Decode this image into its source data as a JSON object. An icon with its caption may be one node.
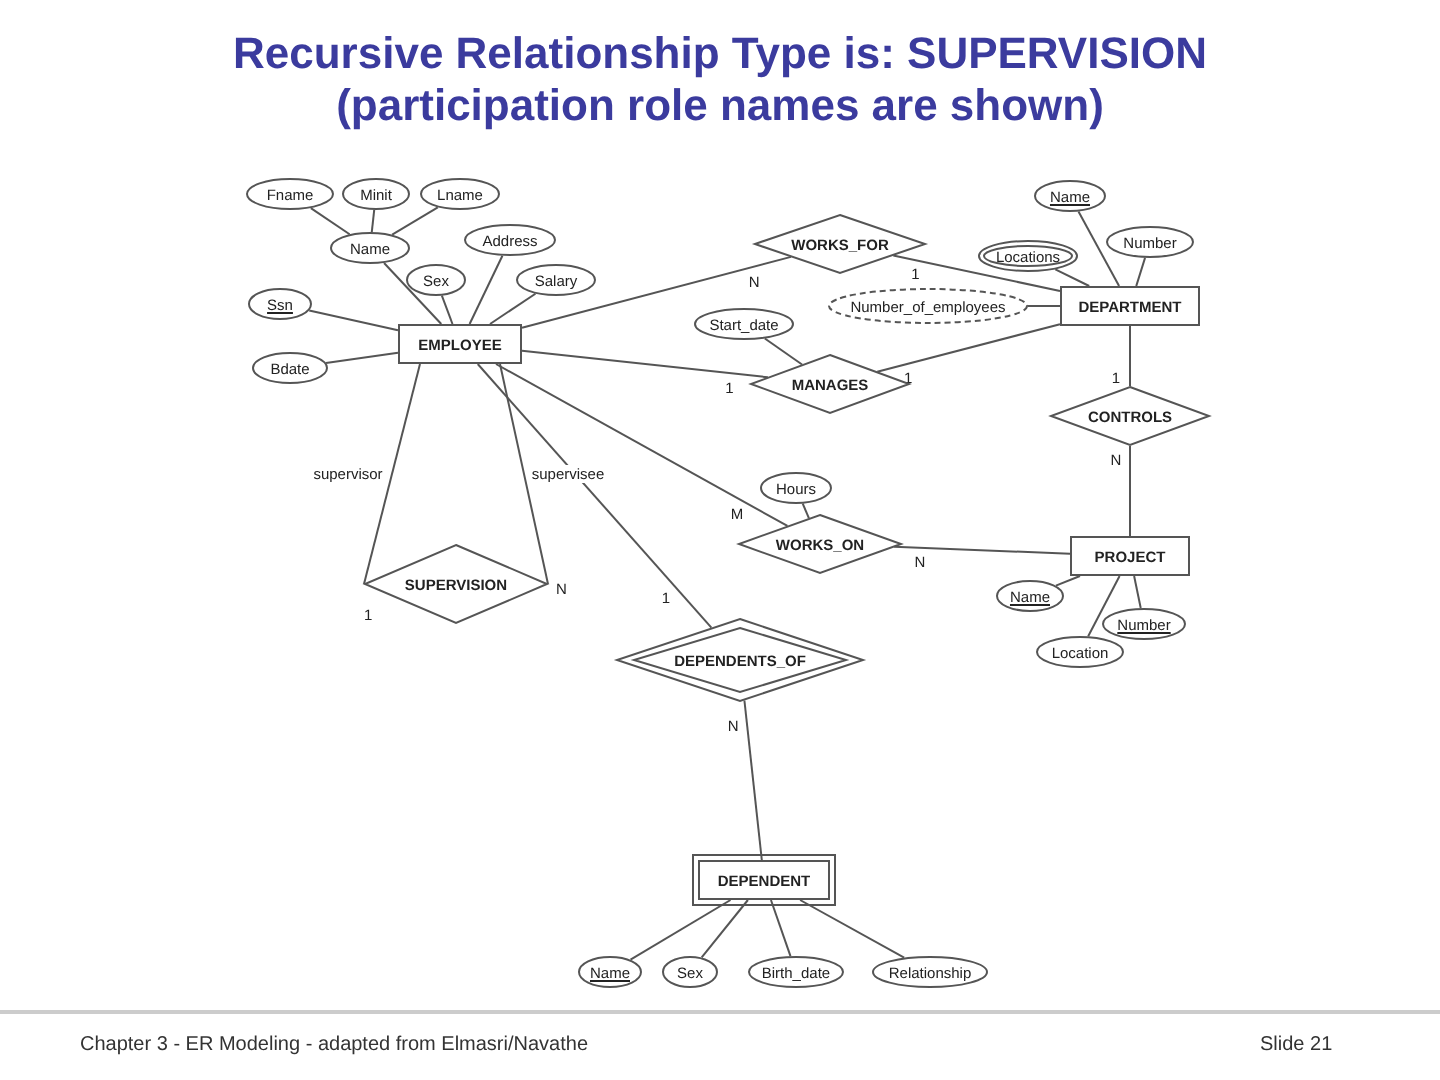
{
  "diagram": {
    "title": "Recursive Relationship Type is: SUPERVISION (participation role names are shown)",
    "nodes": [
      {
        "text": [
          "Fname"
        ]
      },
      {
        "text": [
          "Minit"
        ]
      },
      {
        "text": [
          "Lname"
        ]
      },
      {
        "text": [
          "Name"
        ]
      },
      {
        "text": [
          "Address"
        ]
      },
      {
        "text": [
          "Sex"
        ]
      },
      {
        "text": [
          "Salary"
        ]
      },
      {
        "text": [
          "Ssn"
        ]
      },
      {
        "text": [
          "Bdate"
        ]
      },
      {
        "text": [
          "EMPLOYEE"
        ]
      },
      {
        "text": [
          "WORKS_FOR"
        ]
      },
      {
        "text": [
          "Name"
        ]
      },
      {
        "text": [
          "Number"
        ]
      },
      {
        "text": [
          "Locations"
        ]
      },
      {
        "text": [
          "Number_of_employees"
        ]
      },
      {
        "text": [
          "DEPARTMENT"
        ]
      },
      {
        "text": [
          "Start_date"
        ]
      },
      {
        "text": [
          "MANAGES"
        ]
      },
      {
        "text": [
          "CONTROLS"
        ]
      },
      {
        "text": [
          "Hours"
        ]
      },
      {
        "text": [
          "WORKS_ON"
        ]
      },
      {
        "text": [
          "PROJECT"
        ]
      },
      {
        "text": [
          "Name"
        ]
      },
      {
        "text": [
          "Number"
        ]
      },
      {
        "text": [
          "Location"
        ]
      },
      {
        "text": [
          "SUPERVISION"
        ]
      },
      {
        "text": [
          "DEPENDENTS_OF"
        ]
      },
      {
        "text": [
          "DEPENDENT"
        ]
      },
      {
        "text": [
          "Name"
        ]
      },
      {
        "text": [
          "Sex"
        ]
      },
      {
        "text": [
          "Birth_date"
        ]
      },
      {
        "text": [
          "Relationship"
        ]
      }
    ],
    "edges": [
      {
        "from": 0,
        "to": 3,
        "arrow": "none"
      },
      {
        "from": 1,
        "to": 3,
        "arrow": "none"
      },
      {
        "from": 2,
        "to": 3,
        "arrow": "none"
      },
      {
        "from": 3,
        "to": 9,
        "arrow": "none"
      },
      {
        "from": 4,
        "to": 9,
        "arrow": "none"
      },
      {
        "from": 5,
        "to": 9,
        "arrow": "none"
      },
      {
        "from": 6,
        "to": 9,
        "arrow": "none"
      },
      {
        "from": 7,
        "to": 9,
        "arrow": "none"
      },
      {
        "from": 8,
        "to": 9,
        "arrow": "none"
      },
      {
        "from": 9,
        "to": 10,
        "arrow": "none",
        "label": "N"
      },
      {
        "from": 10,
        "to": 15,
        "arrow": "none",
        "label": "1"
      },
      {
        "from": 11,
        "to": 15,
        "arrow": "none"
      },
      {
        "from": 12,
        "to": 15,
        "arrow": "none"
      },
      {
        "from": 13,
        "to": 15,
        "arrow": "none"
      },
      {
        "from": 14,
        "to": 15,
        "arrow": "none"
      },
      {
        "from": 9,
        "to": 17,
        "arrow": "none",
        "label": "1"
      },
      {
        "from": 17,
        "to": 15,
        "arrow": "none",
        "label": "1"
      },
      {
        "from": 16,
        "to": 17,
        "arrow": "none"
      },
      {
        "from": 15,
        "to": 18,
        "arrow": "none",
        "label": "1"
      },
      {
        "from": 18,
        "to": 21,
        "arrow": "none",
        "label": "N"
      },
      {
        "from": 9,
        "to": 20,
        "arrow": "none",
        "label": "M"
      },
      {
        "from": 20,
        "to": 21,
        "arrow": "none",
        "label": "N"
      },
      {
        "from": 19,
        "to": 20,
        "arrow": "none"
      },
      {
        "from": 22,
        "to": 21,
        "arrow": "none"
      },
      {
        "from": 23,
        "to": 21,
        "arrow": "none"
      },
      {
        "from": 24,
        "to": 21,
        "arrow": "none"
      },
      {
        "from": 9,
        "to": 25,
        "arrow": "none",
        "label": "supervisor"
      },
      {
        "from": 9,
        "to": 25,
        "arrow": "none",
        "label": "supervisee"
      },
      {
        "from": 9,
        "to": 26,
        "arrow": "none",
        "label": "1"
      },
      {
        "from": 26,
        "to": 27,
        "arrow": "none",
        "label": "N"
      },
      {
        "from": 27,
        "to": 28,
        "arrow": "none"
      },
      {
        "from": 27,
        "to": 29,
        "arrow": "none"
      },
      {
        "from": 27,
        "to": 30,
        "arrow": "none"
      },
      {
        "from": 27,
        "to": 31,
        "arrow": "none"
      }
    ],
    "labels": [
      "1",
      "N",
      "Chapter 3 - ER Modeling - adapted from Elmasri/Navathe",
      "Slide 21"
    ]
  }
}
